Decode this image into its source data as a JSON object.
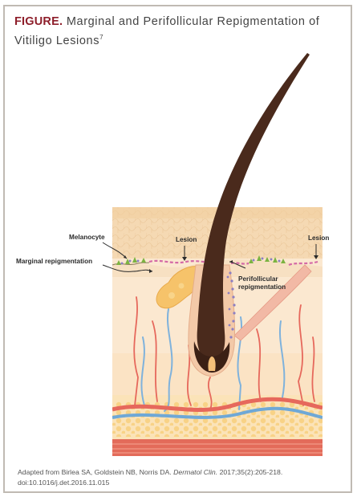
{
  "figure": {
    "label": "FIGURE.",
    "title": "Marginal and Perifollicular Repigmentation of Vitiligo Lesions",
    "reference_mark": "7"
  },
  "annotations": {
    "melanocyte": "Melanocyte",
    "marginal_repigmentation": "Marginal repigmentation",
    "lesion_left": "Lesion",
    "lesion_right": "Lesion",
    "perifollicular_line1": "Perifollicular",
    "perifollicular_line2": "repigmentation"
  },
  "caption": {
    "prefix": "Adapted from Birlea SA, Goldstein NB, Norris DA. ",
    "journal": "Dermatol Clin.",
    "citation": " 2017;35(2):205-218.",
    "doi": "doi:10.1016/j.det.2016.11.015"
  },
  "colors": {
    "title_label": "#8e1f2b",
    "epidermis": "#f5d9b3",
    "dermis": "#fbe8d0",
    "hair": "#4a2a1c",
    "melanocyte_green": "#7cb341",
    "lesion_pink": "#d46aa6",
    "artery_red": "#e2574c",
    "vein_blue": "#6fa8d6",
    "fat": "#f8c86a",
    "muscle": "#e36b5a"
  }
}
